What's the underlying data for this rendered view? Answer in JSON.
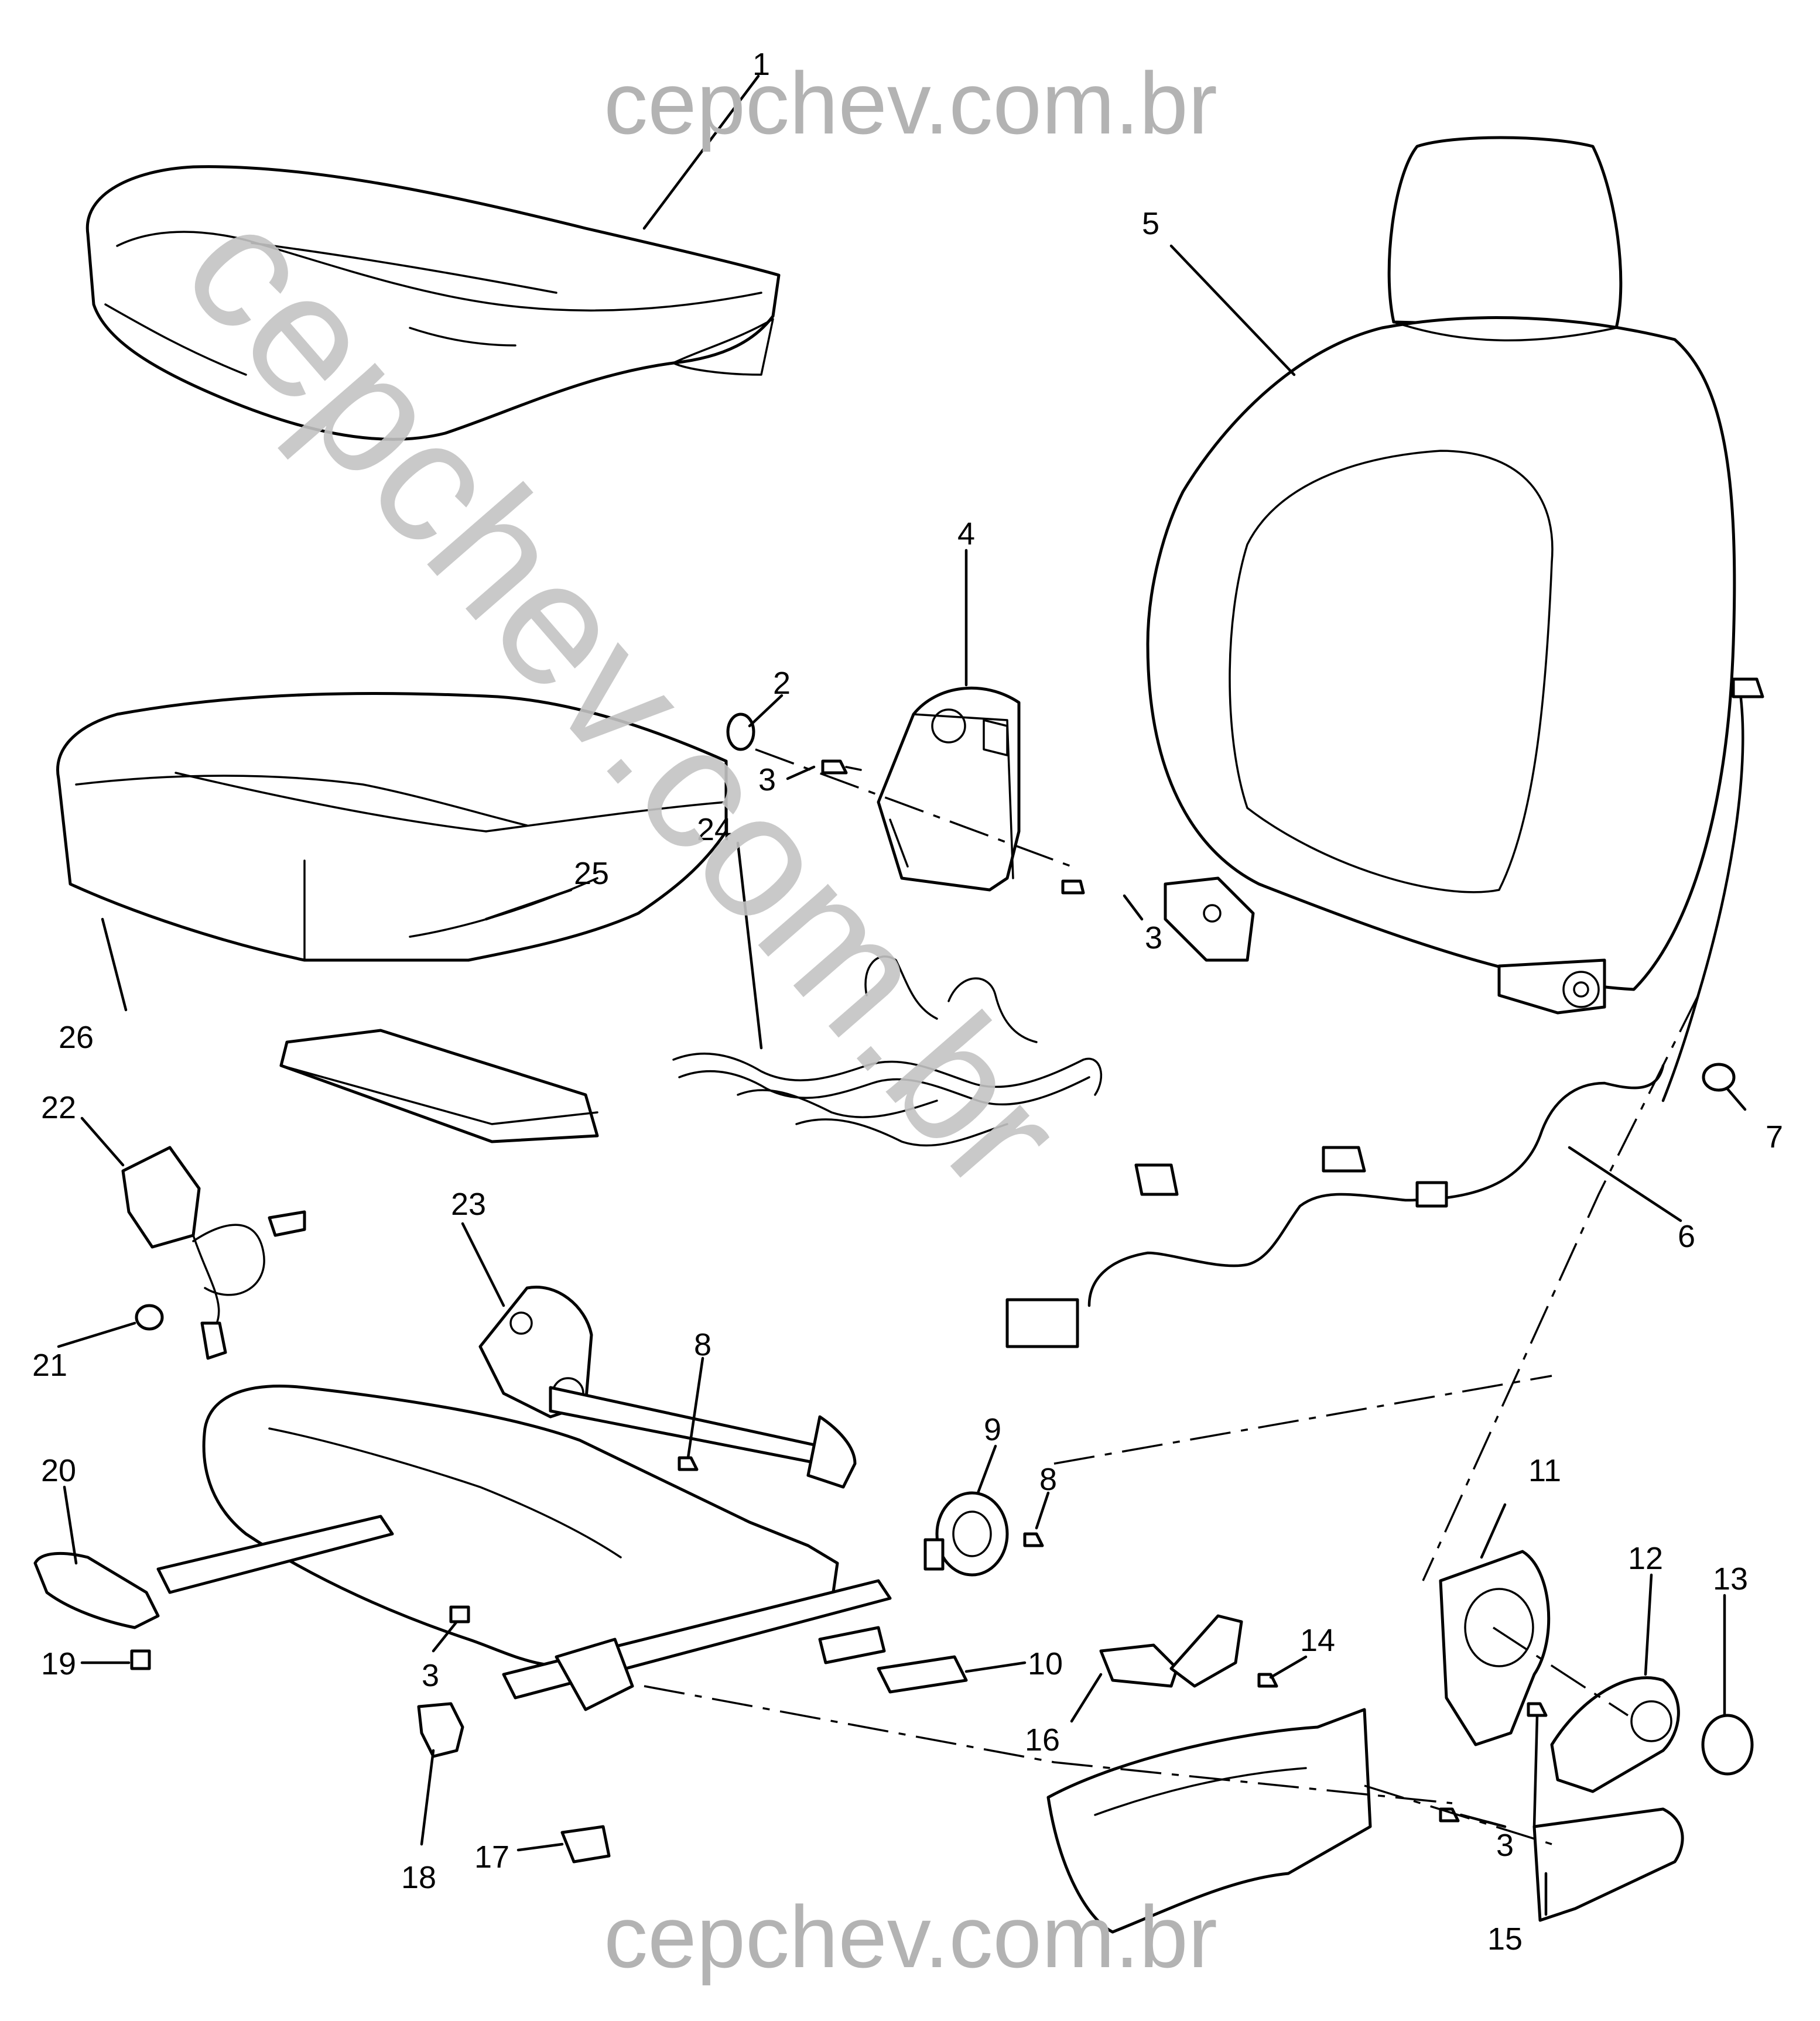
{
  "watermarks": {
    "top": "cepchev.com.br",
    "bottom": "cepchev.com.br",
    "diagonal": "cepchev.com.br"
  },
  "callouts": {
    "c1": "1",
    "c2": "2",
    "c3a": "3",
    "c3b": "3",
    "c3c": "3",
    "c3d": "3",
    "c4": "4",
    "c5": "5",
    "c6": "6",
    "c7": "7",
    "c8a": "8",
    "c8b": "8",
    "c9": "9",
    "c10": "10",
    "c11": "11",
    "c12": "12",
    "c13": "13",
    "c14": "14",
    "c15": "15",
    "c16": "16",
    "c17": "17",
    "c18": "18",
    "c19": "19",
    "c20": "20",
    "c21": "21",
    "c22": "22",
    "c23": "23",
    "c24": "24",
    "c25": "25",
    "c26": "26"
  },
  "colors": {
    "line": "#000000",
    "watermark": "#b3b3b3"
  }
}
